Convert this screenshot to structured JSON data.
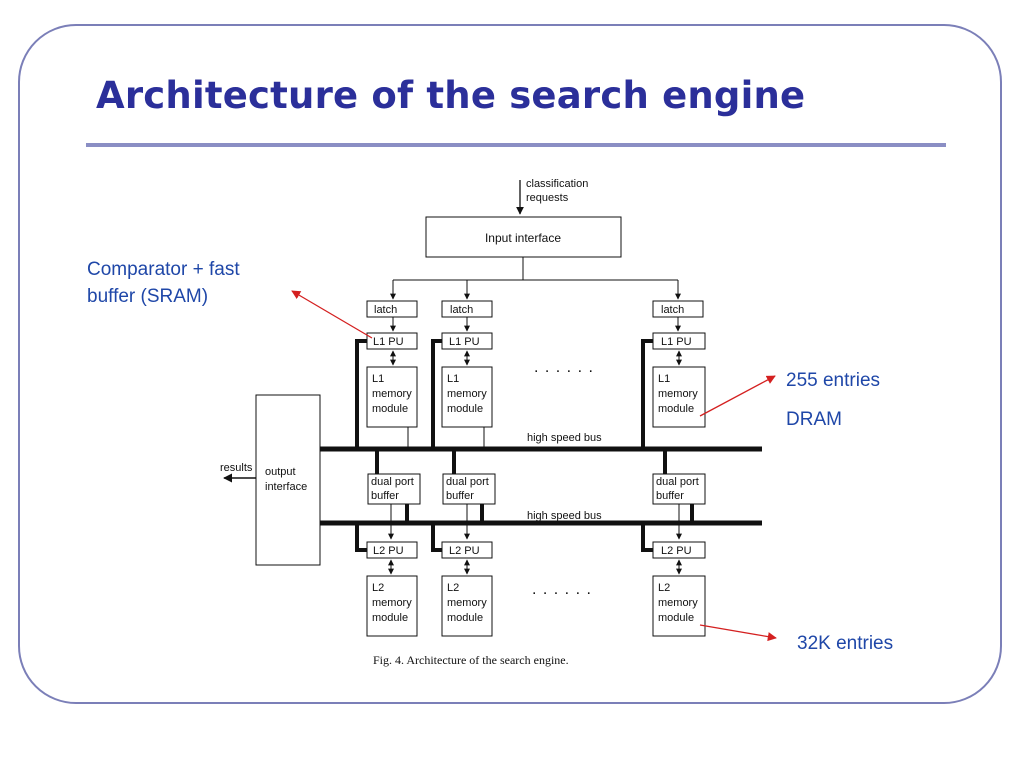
{
  "slide": {
    "title": "Architecture of the search engine"
  },
  "annotations": {
    "sram": "Comparator + fast buffer (SRAM)",
    "entries_255": "255 entries",
    "dram": "DRAM",
    "entries_32k": "32K entries",
    "arrow_color": "#d42020"
  },
  "figure": {
    "requests_line1": "classification",
    "requests_line2": "requests",
    "input_interface": "Input interface",
    "latch": "latch",
    "l1_pu": "L1 PU",
    "l1_mem": [
      "L1",
      "memory",
      "module"
    ],
    "ellipsis": ". . . . . .",
    "bus_label": "high speed bus",
    "results": "results",
    "output_interface": [
      "output",
      "interface"
    ],
    "dual_port": [
      "dual port",
      "buffer"
    ],
    "l2_pu": "L2 PU",
    "l2_mem": [
      "L2",
      "memory",
      "module"
    ],
    "caption": "Fig. 4.  Architecture of the search engine."
  }
}
